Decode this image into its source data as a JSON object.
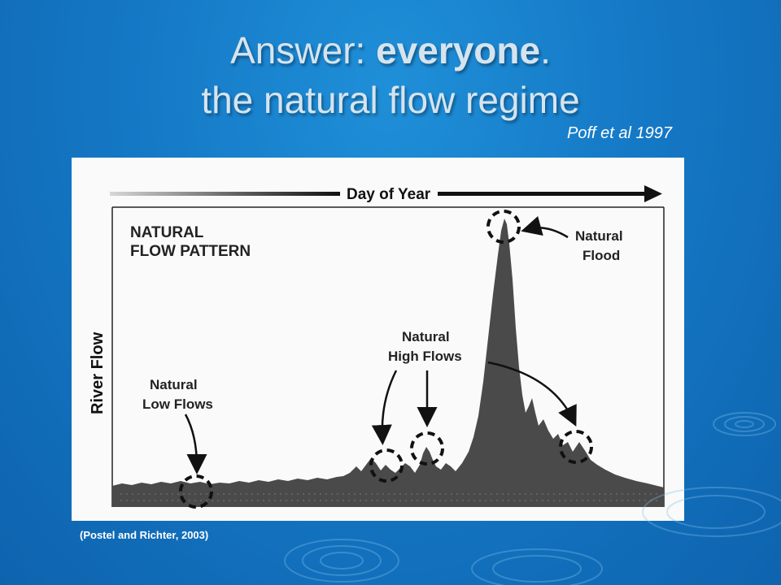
{
  "slide": {
    "title_line1_prefix": "Answer: ",
    "title_line1_bold": "everyone",
    "title_line1_suffix": ".",
    "title_line2": "the natural flow regime",
    "citation": "Poff et al 1997",
    "source_caption": "(Postel and Richter, 2003)"
  },
  "figure": {
    "top_axis_label": "Day of Year",
    "y_axis_label": "River Flow",
    "panel_title_line1": "NATURAL",
    "panel_title_line2": "FLOW PATTERN",
    "flood_label_line1": "Natural",
    "flood_label_line2": "Flood",
    "high_label_line1": "Natural",
    "high_label_line2": "High Flows",
    "low_label_line1": "Natural",
    "low_label_line2": "Low Flows"
  },
  "colors": {
    "background": "#1579c6",
    "title": "#d6e4ee",
    "hydrograph_fill": "#4a4a4a",
    "figure_bg": "#fafafa"
  }
}
